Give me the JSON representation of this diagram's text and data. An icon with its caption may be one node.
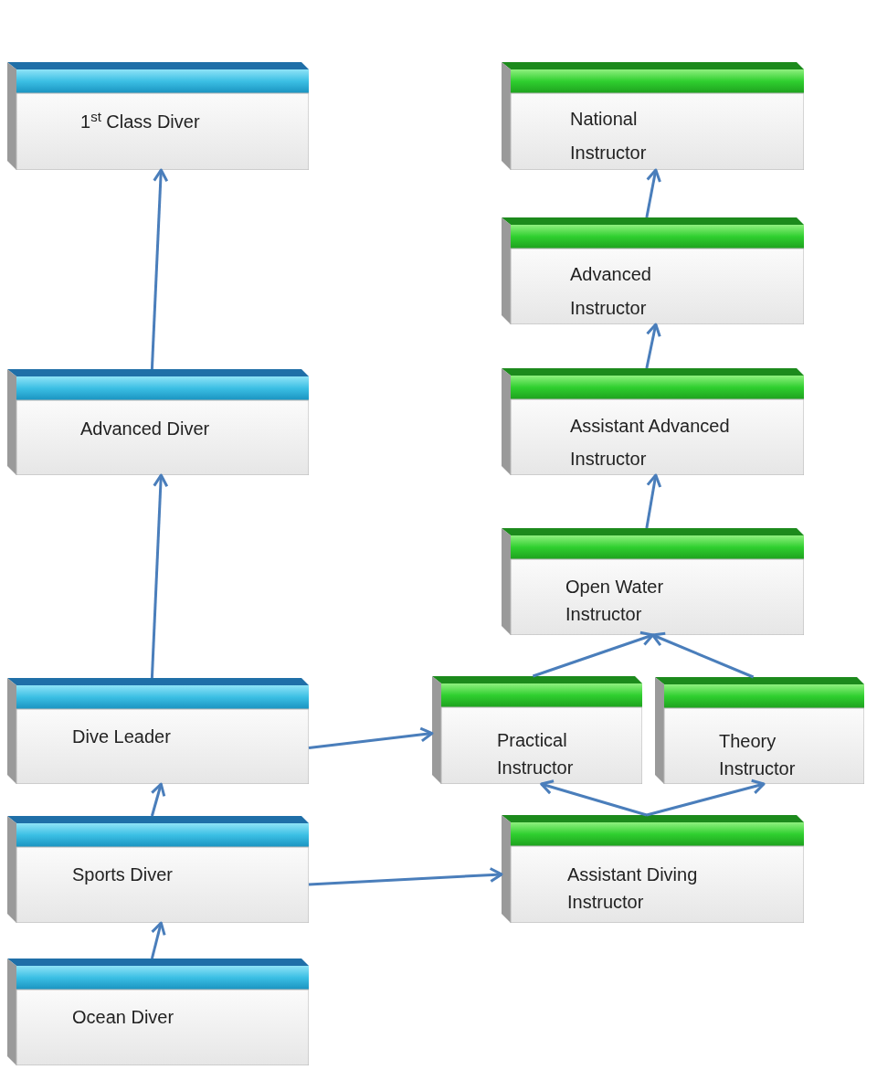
{
  "diagram": {
    "nodes": [
      {
        "text": [
          "1$^{st}$ Class Diver"
        ]
      },
      {
        "text": [
          "National Instructor"
        ]
      },
      {
        "text": [
          "Advanced Instructor"
        ]
      },
      {
        "text": [
          "Advanced Diver"
        ]
      },
      {
        "text": [
          "Assistant Advanced Instructor"
        ]
      },
      {
        "text": [
          "Open Water Instructor"
        ]
      },
      {
        "text": [
          "Dive Leader"
        ]
      },
      {
        "text": [
          "Practical Instructor"
        ]
      },
      {
        "text": [
          "Theory Instructor"
        ]
      },
      {
        "text": [
          "Sports Diver"
        ]
      },
      {
        "text": [
          "Assistant Diving Instructor"
        ]
      },
      {
        "text": [
          "Ocean Diver"
        ]
      }
    ],
    "edges": [
      {
        "from": 11,
        "to": 9,
        "arrow": "to"
      },
      {
        "from": 9,
        "to": 6,
        "arrow": "to"
      },
      {
        "from": 6,
        "to": 3,
        "arrow": "to"
      },
      {
        "from": 3,
        "to": 0,
        "arrow": "to"
      },
      {
        "from": 6,
        "to": 7,
        "arrow": "to"
      },
      {
        "from": 9,
        "to": 10,
        "arrow": "to"
      },
      {
        "from": 10,
        "to": 7,
        "arrow": "to"
      },
      {
        "from": 10,
        "to": 8,
        "arrow": "to"
      },
      {
        "from": 7,
        "to": 5,
        "arrow": "to"
      },
      {
        "from": 8,
        "to": 5,
        "arrow": "to"
      },
      {
        "from": 5,
        "to": 4,
        "arrow": "to"
      },
      {
        "from": 4,
        "to": 2,
        "arrow": "to"
      },
      {
        "from": 2,
        "to": 1,
        "arrow": "to"
      }
    ]
  }
}
